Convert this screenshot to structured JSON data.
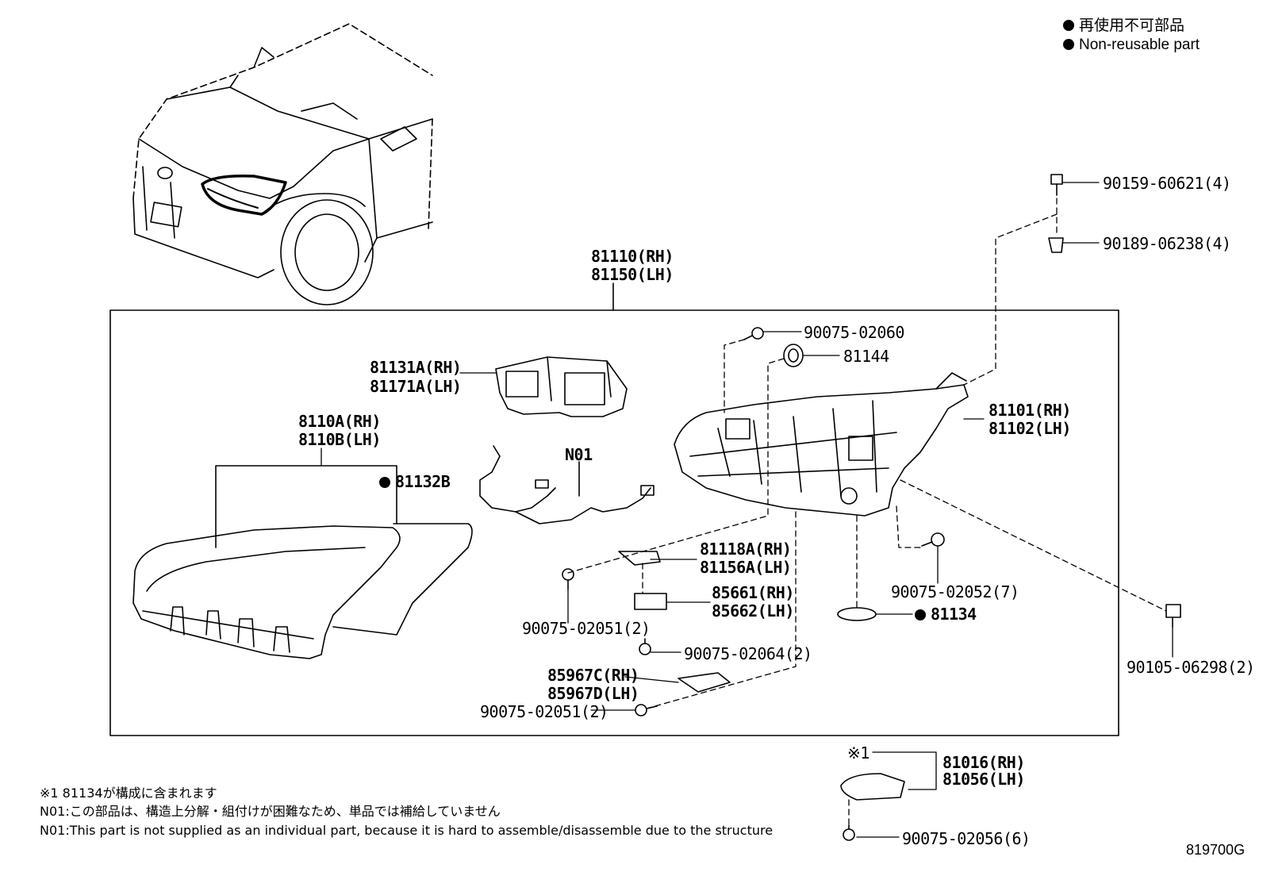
{
  "legend": {
    "items": [
      {
        "text": "再使用不可部品"
      },
      {
        "text": "Non-reusable part"
      }
    ]
  },
  "parts": {
    "p90159": "90159-60621(4)",
    "p90189": "90189-06238(4)",
    "assy_rh": "81110(RH)",
    "assy_lh": "81150(LH)",
    "p90075_060": "90075-02060",
    "p81144": "81144",
    "p81131_rh": "81131A(RH)",
    "p81171_lh": "81171A(LH)",
    "p81101_rh": "81101(RH)",
    "p81102_lh": "81102(LH)",
    "p8110a_rh": "8110A(RH)",
    "p8110b_lh": "8110B(LH)",
    "p81132": "81132B",
    "n01": "N01",
    "p81118_rh": "81118A(RH)",
    "p81156_lh": "81156A(LH)",
    "p85661_rh": "85661(RH)",
    "p85662_lh": "85662(LH)",
    "p90075_052": "90075-02052(7)",
    "p81134": "81134",
    "p90075_051a": "90075-02051(2)",
    "p90075_064": "90075-02064(2)",
    "p85967c_rh": "85967C(RH)",
    "p85967d_lh": "85967D(LH)",
    "p90075_051b": "90075-02051(2)",
    "p90105": "90105-06298(2)",
    "mark1": "※1",
    "p81016_rh": "81016(RH)",
    "p81056_lh": "81056(LH)",
    "p90075_056": "90075-02056(6)"
  },
  "notes": {
    "line1": "※1 81134が構成に含まれます",
    "line2": "N01:この部品は、構造上分解・組付けが困難なため、単品では補給していません",
    "line3": "N01:This part is not supplied as an individual part, because it is hard to assemble/disassemble due to the structure"
  },
  "figure_id": "819700G"
}
